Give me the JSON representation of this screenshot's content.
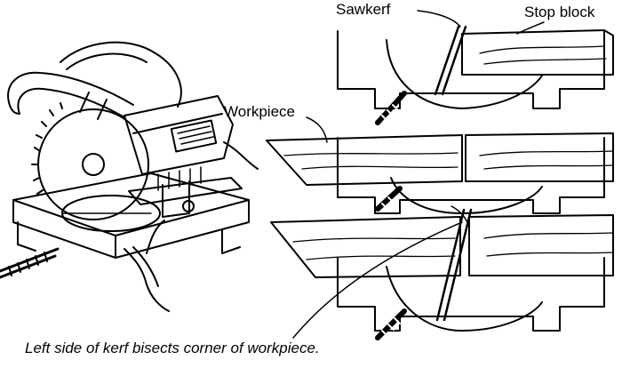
{
  "labels": {
    "sawkerf": "Sawkerf",
    "stop_block": "Stop block",
    "workpiece": "Workpiece"
  },
  "caption": "Left side of kerf bisects corner of workpiece.",
  "colors": {
    "ink": "#000000",
    "paper": "#ffffff"
  }
}
